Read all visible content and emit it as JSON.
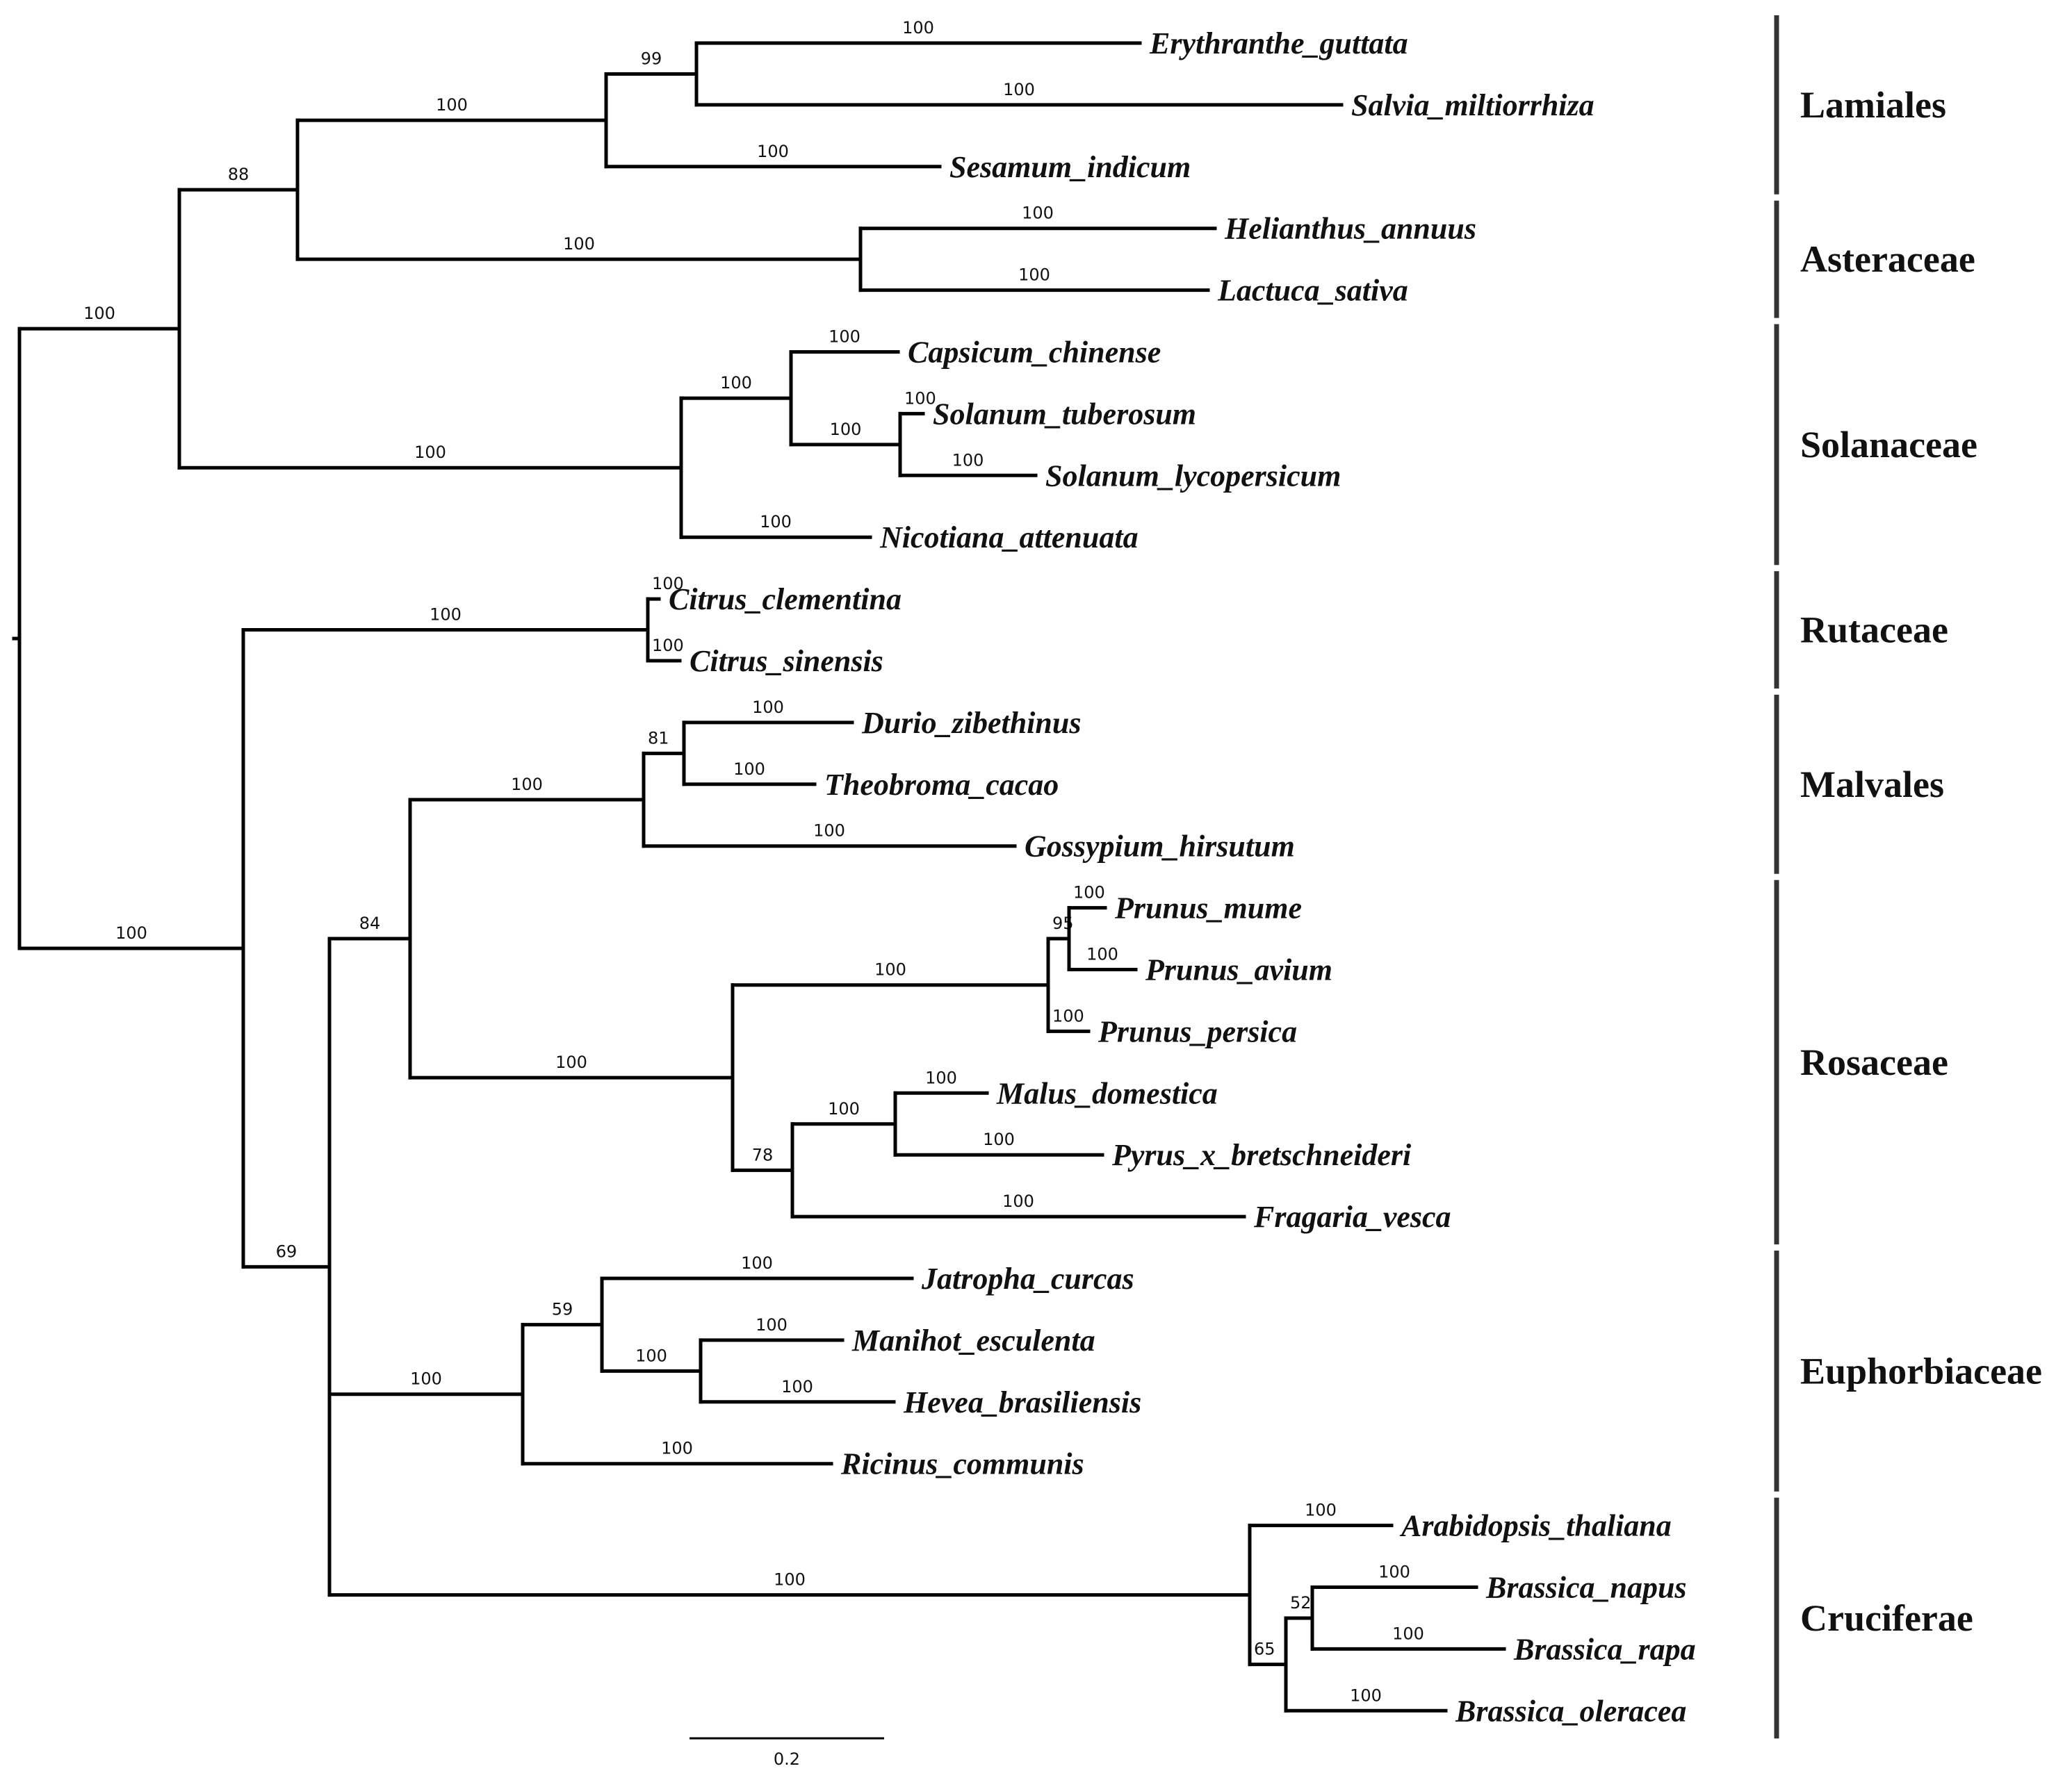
{
  "tree": {
    "nodes": [
      {
        "id": "root",
        "support": ""
      },
      {
        "id": "asterids",
        "support": "100"
      },
      {
        "id": "lam_ast",
        "support": "88"
      },
      {
        "id": "lamiales",
        "support": "100"
      },
      {
        "id": "lam_pair",
        "support": "99"
      },
      {
        "id": "asteraceae",
        "support": "100"
      },
      {
        "id": "solanaceae",
        "support": "100"
      },
      {
        "id": "cap_sol",
        "support": "100"
      },
      {
        "id": "solanum",
        "support": "100"
      },
      {
        "id": "rosids",
        "support": "100"
      },
      {
        "id": "rutaceae",
        "support": "100"
      },
      {
        "id": "rosids_inner",
        "support": "69"
      },
      {
        "id": "malv_ros",
        "support": "84"
      },
      {
        "id": "malvales",
        "support": "100"
      },
      {
        "id": "durio_theo",
        "support": "81"
      },
      {
        "id": "rosaceae",
        "support": "100"
      },
      {
        "id": "prunus",
        "support": "100"
      },
      {
        "id": "prunus_pair",
        "support": "95"
      },
      {
        "id": "maleae_frag",
        "support": "78"
      },
      {
        "id": "maleae",
        "support": "100"
      },
      {
        "id": "euphorbiaceae",
        "support": "100"
      },
      {
        "id": "euph_inner",
        "support": "59"
      },
      {
        "id": "man_hev",
        "support": "100"
      },
      {
        "id": "cruciferae",
        "support": "100"
      },
      {
        "id": "brassica",
        "support": "65"
      },
      {
        "id": "napus_rapa",
        "support": "52"
      }
    ],
    "leaves": [
      {
        "name": "Erythranthe_guttata",
        "support": "100"
      },
      {
        "name": "Salvia_miltiorrhiza",
        "support": "100"
      },
      {
        "name": "Sesamum_indicum",
        "support": "100"
      },
      {
        "name": "Helianthus_annuus",
        "support": "100"
      },
      {
        "name": "Lactuca_sativa",
        "support": "100"
      },
      {
        "name": "Capsicum_chinense",
        "support": "100"
      },
      {
        "name": "Solanum_tuberosum",
        "support": "100"
      },
      {
        "name": "Solanum_lycopersicum",
        "support": "100"
      },
      {
        "name": "Nicotiana_attenuata",
        "support": "100"
      },
      {
        "name": "Citrus_clementina",
        "support": "100"
      },
      {
        "name": "Citrus_sinensis",
        "support": "100"
      },
      {
        "name": "Durio_zibethinus",
        "support": "100"
      },
      {
        "name": "Theobroma_cacao",
        "support": "100"
      },
      {
        "name": "Gossypium_hirsutum",
        "support": "100"
      },
      {
        "name": "Prunus_mume",
        "support": "100"
      },
      {
        "name": "Prunus_avium",
        "support": "100"
      },
      {
        "name": "Prunus_persica",
        "support": "100"
      },
      {
        "name": "Malus_domestica",
        "support": "100"
      },
      {
        "name": "Pyrus_x_bretschneideri",
        "support": "100"
      },
      {
        "name": "Fragaria_vesca",
        "support": "100"
      },
      {
        "name": "Jatropha_curcas",
        "support": "100"
      },
      {
        "name": "Manihot_esculenta",
        "support": "100"
      },
      {
        "name": "Hevea_brasiliensis",
        "support": "100"
      },
      {
        "name": "Ricinus_communis",
        "support": "100"
      },
      {
        "name": "Arabidopsis_thaliana",
        "support": "100"
      },
      {
        "name": "Brassica_napus",
        "support": "100"
      },
      {
        "name": "Brassica_rapa",
        "support": "100"
      },
      {
        "name": "Brassica_oleracea",
        "support": "100"
      }
    ]
  },
  "families": [
    {
      "name": "Lamiales"
    },
    {
      "name": "Asteraceae"
    },
    {
      "name": "Solanaceae"
    },
    {
      "name": "Rutaceae"
    },
    {
      "name": "Malvales"
    },
    {
      "name": "Rosaceae"
    },
    {
      "name": "Euphorbiaceae"
    },
    {
      "name": "Cruciferae"
    }
  ],
  "scale_bar": {
    "label": "0.2"
  }
}
